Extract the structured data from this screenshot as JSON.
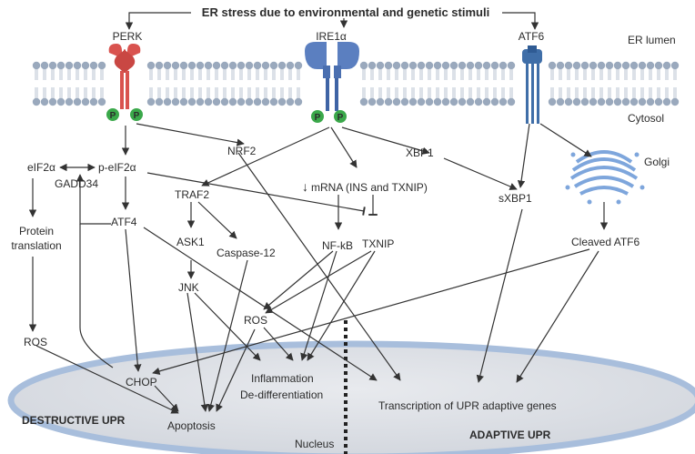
{
  "title": "ER stress due to environmental and genetic stimuli",
  "compartments": {
    "er_lumen": "ER lumen",
    "cytosol": "Cytosol",
    "golgi": "Golgi",
    "nucleus": "Nucleus"
  },
  "sensors": {
    "perk": "PERK",
    "ire1a": "IRE1α",
    "atf6": "ATF6"
  },
  "phospho": "P",
  "nodes": {
    "nrf2": "NRF2",
    "eif2a": "eIF2α",
    "p_eif2a": "p-eIF2α",
    "gadd34": "GADD34",
    "xbp1": "XBP1",
    "sxbp1": "sXBP1",
    "traf2": "TRAF2",
    "mrna": "mRNA (INS and TXNIP)",
    "mrna_arrow": "↓",
    "atf4": "ATF4",
    "nfkb": "NF-kB",
    "txnip": "TXNIP",
    "cleaved_atf6": "Cleaved ATF6",
    "protein_translation_1": "Protein",
    "protein_translation_2": "translation",
    "ask1": "ASK1",
    "caspase12": "Caspase-12",
    "jnk": "JNK",
    "ros_center": "ROS",
    "ros_left": "ROS",
    "chop": "CHOP",
    "inflammation": "Inflammation",
    "dedifferentiation": "De-differentiation",
    "transcription": "Transcription of UPR adaptive genes",
    "apoptosis": "Apoptosis"
  },
  "regions": {
    "destructive": "DESTRUCTIVE UPR",
    "adaptive": "ADAPTIVE UPR"
  },
  "colors": {
    "perk": "#d9534f",
    "ire1a": "#5b7fc0",
    "atf6": "#3f6ea8",
    "phospho": "#3aa84a",
    "membrane_head": "#9aa9bd",
    "nucleus_fill": "#dde0e6",
    "nucleus_edge": "#a8bedc",
    "golgi": "#7ea6dc"
  }
}
